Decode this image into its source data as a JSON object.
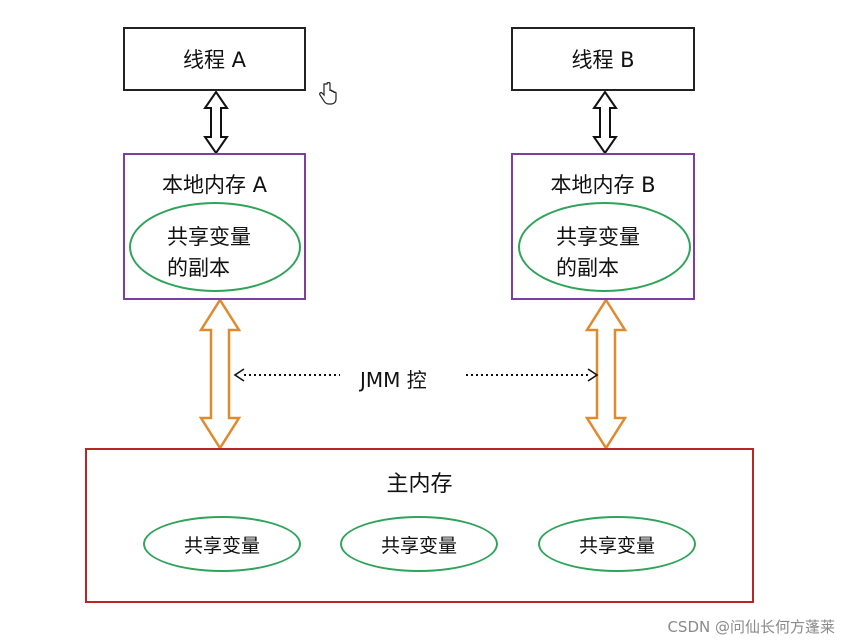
{
  "threads": [
    {
      "label": "线程 A"
    },
    {
      "label": "线程 B"
    }
  ],
  "local_memories": [
    {
      "title": "本地内存 A",
      "copy_line1": "共享变量",
      "copy_line2": "的副本"
    },
    {
      "title": "本地内存 B",
      "copy_line1": "共享变量",
      "copy_line2": "的副本"
    }
  ],
  "jmm_label": "JMM 控",
  "main_memory": {
    "title": "主内存",
    "variables": [
      "共享变量",
      "共享变量",
      "共享变量"
    ]
  },
  "watermark": "CSDN @问仙长何方蓬莱",
  "colors": {
    "thread_border": "#222222",
    "local_border": "#7b3fa0",
    "oval_border": "#2fa35a",
    "main_border": "#b82626",
    "orange_arrow": "#e08a2e"
  }
}
